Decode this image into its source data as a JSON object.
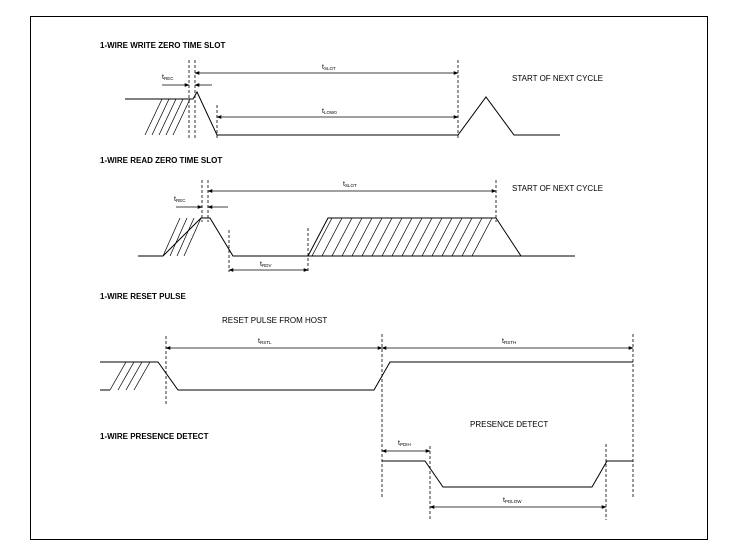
{
  "sections": {
    "write_zero": {
      "title": "1-WIRE WRITE ZERO TIME SLOT",
      "next_cycle": "START OF NEXT CYCLE",
      "t_rec": {
        "main": "t",
        "sub": "REC"
      },
      "t_slot": {
        "main": "t",
        "sub": "SLOT"
      },
      "t_low0": {
        "main": "t",
        "sub": "LOW0"
      }
    },
    "read_zero": {
      "title": "1-WIRE READ ZERO TIME SLOT",
      "next_cycle": "START OF NEXT CYCLE",
      "t_rec": {
        "main": "t",
        "sub": "REC"
      },
      "t_slot": {
        "main": "t",
        "sub": "SLOT"
      },
      "t_rdv": {
        "main": "t",
        "sub": "RDV"
      }
    },
    "reset": {
      "title": "1-WIRE RESET PULSE",
      "from_host": "RESET PULSE FROM HOST",
      "t_rstl": {
        "main": "t",
        "sub": "RSTL"
      },
      "t_rsth": {
        "main": "t",
        "sub": "RSTH"
      }
    },
    "presence": {
      "title": "1-WIRE PRESENCE DETECT",
      "label": "PRESENCE DETECT",
      "t_pdih": {
        "main": "t",
        "sub": "PDIH"
      },
      "t_pdlow": {
        "main": "t",
        "sub": "PDLOW"
      }
    }
  }
}
